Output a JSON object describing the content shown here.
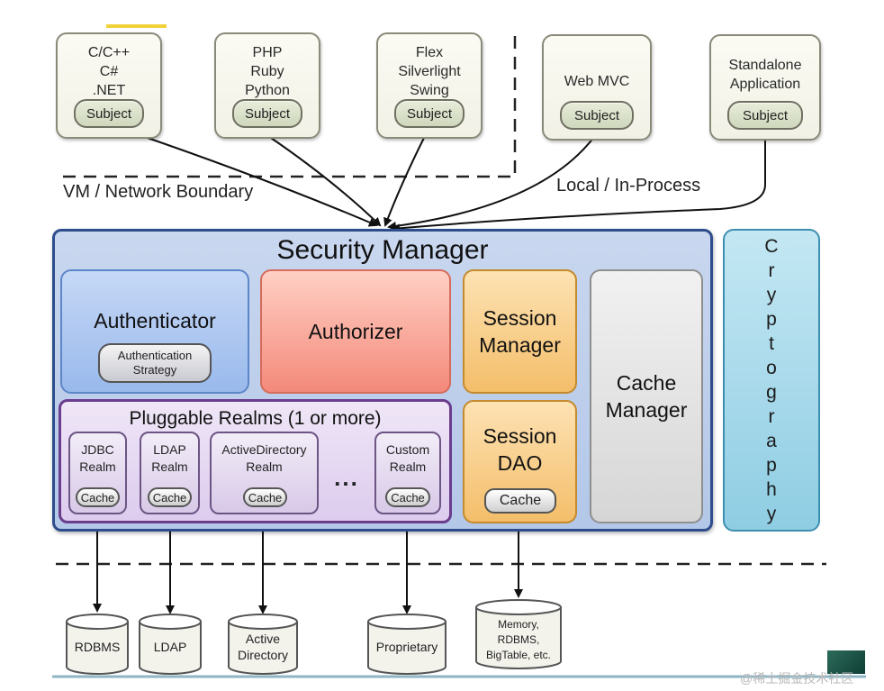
{
  "clients": [
    {
      "id": "native",
      "label": "C/C++\nC#\n.NET",
      "subject": "Subject"
    },
    {
      "id": "scripting",
      "label": "PHP\nRuby\nPython",
      "subject": "Subject"
    },
    {
      "id": "flex",
      "label": "Flex\nSilverlight\nSwing",
      "subject": "Subject"
    },
    {
      "id": "webmvc",
      "label": "Web MVC",
      "subject": "Subject"
    },
    {
      "id": "standalone",
      "label": "Standalone\nApplication",
      "subject": "Subject"
    }
  ],
  "boundaries": {
    "vm_network": "VM / Network Boundary",
    "local_inprocess": "Local / In-Process"
  },
  "security_manager": {
    "title": "Security Manager",
    "authenticator": {
      "title": "Authenticator",
      "strategy": "Authentication\nStrategy"
    },
    "authorizer": {
      "title": "Authorizer"
    },
    "session_manager": {
      "title": "Session\nManager"
    },
    "session_dao": {
      "title": "Session\nDAO",
      "cache": "Cache"
    },
    "cache_manager": {
      "title": "Cache\nManager"
    },
    "realms": {
      "title": "Pluggable Realms (1 or more)",
      "items": [
        {
          "label": "JDBC\nRealm",
          "cache": "Cache"
        },
        {
          "label": "LDAP\nRealm",
          "cache": "Cache"
        },
        {
          "label": "ActiveDirectory\nRealm",
          "cache": "Cache"
        },
        {
          "label": "Custom\nRealm",
          "cache": "Cache"
        }
      ],
      "ellipsis": "..."
    }
  },
  "cryptography": {
    "label": "C\nr\ny\np\nt\no\ng\nr\na\np\nh\ny"
  },
  "datastores": [
    {
      "label": "RDBMS"
    },
    {
      "label": "LDAP"
    },
    {
      "label": "Active\nDirectory"
    },
    {
      "label": "Proprietary"
    },
    {
      "label": "Memory,\nRDBMS,\nBigTable, etc."
    }
  ],
  "watermark": "@稀土掘金技术社区",
  "colors": {
    "authenticator": "#99b9ec",
    "authorizer": "#f3897a",
    "session": "#f4be6a",
    "cache_manager": "#d6d6d6",
    "realms": "#ddccee",
    "cryptography": "#8fcde3",
    "security_manager_border": "#2e4d8c"
  }
}
